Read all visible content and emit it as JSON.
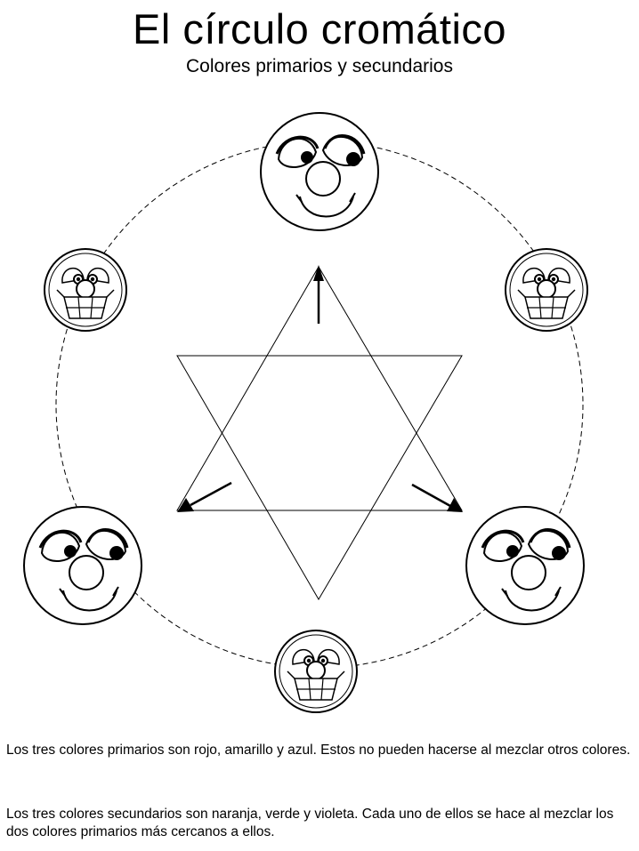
{
  "page": {
    "title": "El círculo cromático",
    "subtitle": "Colores primarios y secundarios"
  },
  "wheel": {
    "primary_faces": [
      "top",
      "bottom-left",
      "bottom-right"
    ],
    "secondary_faces": [
      "upper-left",
      "upper-right",
      "bottom"
    ],
    "line_color": "#000000",
    "background_color": "#ffffff"
  },
  "text": {
    "paragraph1": "Los tres colores primarios son rojo, amarillo y azul.  Estos no pueden hacerse al mezclar otros colores.",
    "paragraph2": "Los tres colores secundarios son naranja, verde y violeta.  Cada uno de ellos se hace al mezclar los dos colores primarios más cercanos a ellos."
  }
}
